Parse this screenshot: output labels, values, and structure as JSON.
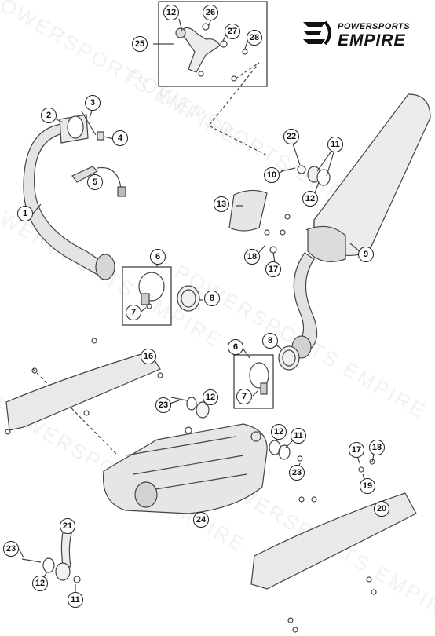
{
  "brand": {
    "top": "POWERSPORTS",
    "bottom": "EMPIRE"
  },
  "watermark": "POWERSPORTS EMPIRE",
  "callouts": [
    "12",
    "26",
    "27",
    "28",
    "25",
    "2",
    "3",
    "4",
    "5",
    "1",
    "22",
    "11",
    "10",
    "12",
    "13",
    "9",
    "18",
    "17",
    "6",
    "7",
    "8",
    "16",
    "6",
    "8",
    "7",
    "23",
    "12",
    "12",
    "11",
    "23",
    "17",
    "18",
    "19",
    "20",
    "21",
    "24",
    "23",
    "12",
    "11"
  ]
}
